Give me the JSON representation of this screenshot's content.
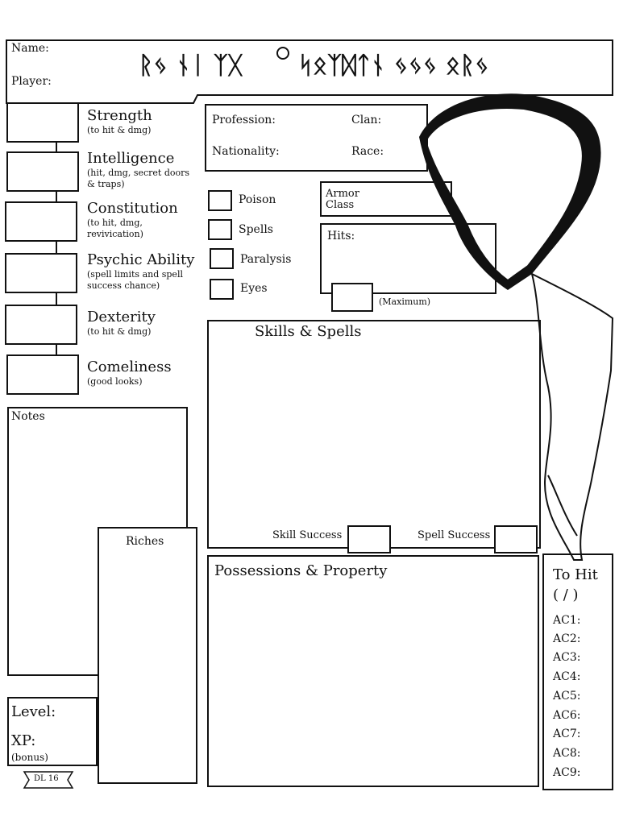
{
  "header": {
    "name_label": "Name:",
    "player_label": "Player:",
    "glyphs_left": "ᚱᛃ ᚾᛁ ᛉᚷ",
    "glyphs_right": "ᛋᛟᛉᛞᛏᚾ ᛃᛃᛃ ᛟᚱᛃ"
  },
  "attributes": [
    {
      "name": "Strength",
      "desc": "(to hit & dmg)"
    },
    {
      "name": "Intelligence",
      "desc": "(hit, dmg, secret doors & traps)"
    },
    {
      "name": "Constitution",
      "desc": "(to hit, dmg, revivication)"
    },
    {
      "name": "Psychic Ability",
      "desc": "(spell limits and spell success chance)"
    },
    {
      "name": "Dexterity",
      "desc": "(to hit & dmg)"
    },
    {
      "name": "Comeliness",
      "desc": "(good looks)"
    }
  ],
  "info": {
    "profession_label": "Profession:",
    "clan_label": "Clan:",
    "nationality_label": "Nationality:",
    "race_label": "Race:"
  },
  "saves": [
    {
      "label": "Poison"
    },
    {
      "label": "Spells"
    },
    {
      "label": "Paralysis"
    },
    {
      "label": "Eyes"
    }
  ],
  "combat": {
    "armor_label": "Armor Class",
    "hits_label": "Hits:",
    "maximum_label": "(Maximum)"
  },
  "sections": {
    "skills_title": "Skills & Spells",
    "skill_success": "Skill Success",
    "spell_success": "Spell Success",
    "notes_title": "Notes",
    "riches_title": "Riches",
    "possessions_title": "Possessions & Property"
  },
  "level": {
    "level_label": "Level:",
    "xp_label": "XP:",
    "bonus_label": "(bonus)",
    "badge": "DL 16"
  },
  "to_hit": {
    "title": "To Hit",
    "fraction": "( / )",
    "ac_rows": [
      "AC1:",
      "AC2:",
      "AC3:",
      "AC4:",
      "AC5:",
      "AC6:",
      "AC7:",
      "AC8:",
      "AC9:"
    ]
  }
}
